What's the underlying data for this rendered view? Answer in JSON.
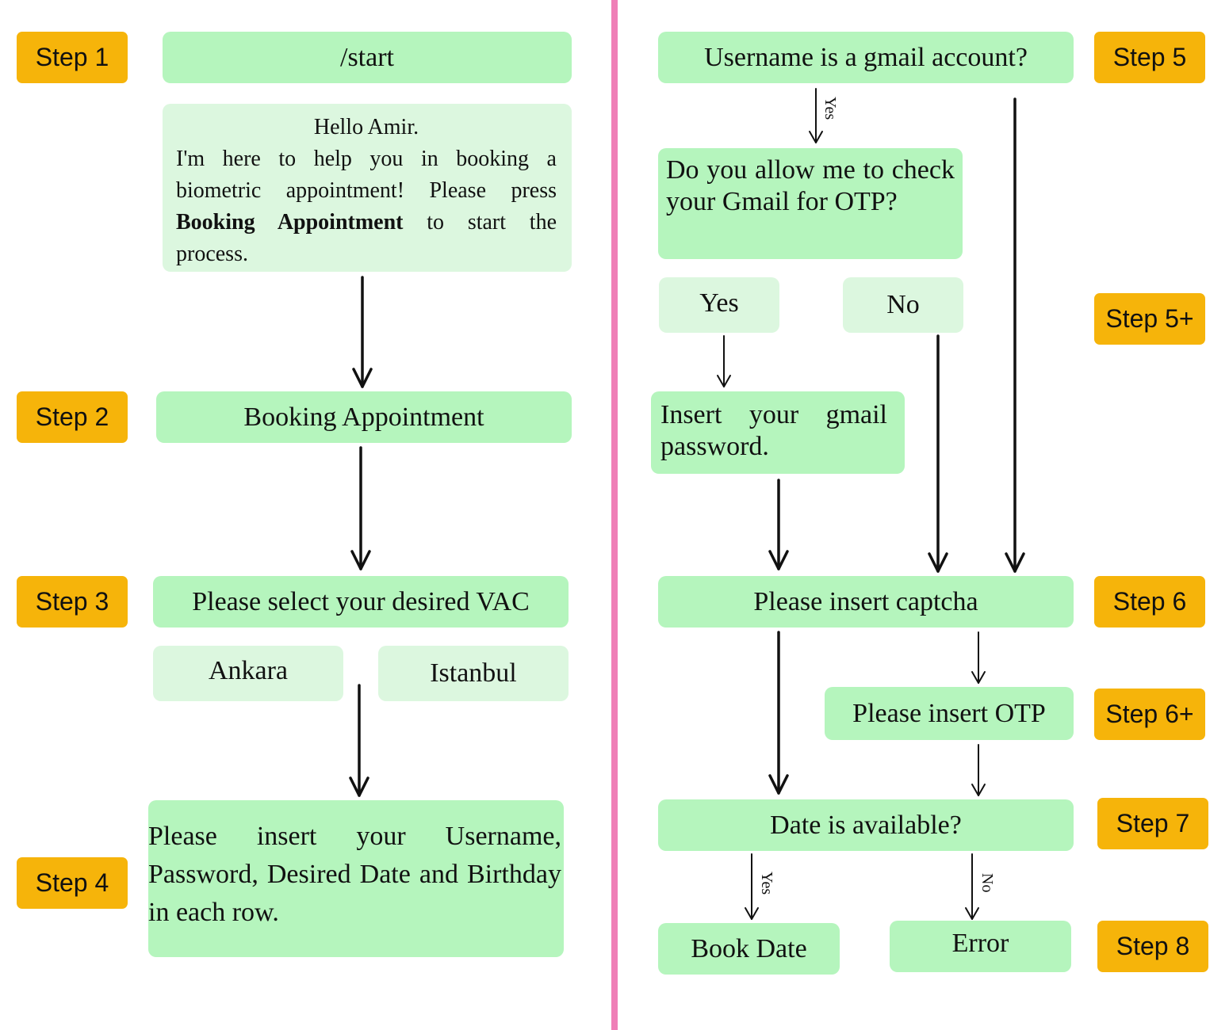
{
  "colors": {
    "node": "#b5f5bd",
    "node_light": "#dcf7df",
    "step": "#f6b40a",
    "divider": "#ef7fb7"
  },
  "steps": {
    "s1": "Step 1",
    "s2": "Step 2",
    "s3": "Step 3",
    "s4": "Step 4",
    "s5": "Step 5",
    "s5p": "Step 5+",
    "s6": "Step 6",
    "s6p": "Step 6+",
    "s7": "Step 7",
    "s8": "Step 8"
  },
  "left": {
    "start": "/start",
    "intro_hello": "Hello Amir.",
    "intro_pre": "I'm here to help you in booking a biometric appointment! Please press ",
    "intro_bold": "Booking Appointment",
    "intro_post": " to start the process.",
    "booking": "Booking Appointment",
    "select_vac": "Please select your desired VAC",
    "ankara": "Ankara",
    "istanbul": "Istanbul",
    "insert_info": "Please insert your Username, Password, Desired Date and Birthday in each row."
  },
  "right": {
    "gmail_q": "Username is a gmail account?",
    "allow_q": "Do you allow me to check your Gmail for OTP?",
    "yes": "Yes",
    "no": "No",
    "gmail_pwd": "Insert your gmail password.",
    "captcha": "Please insert captcha",
    "otp": "Please insert OTP",
    "date_q": "Date is available?",
    "book": "Book Date",
    "error": "Error"
  },
  "edges": {
    "yes1": "Yes",
    "yes2": "Yes",
    "no2": "No"
  }
}
